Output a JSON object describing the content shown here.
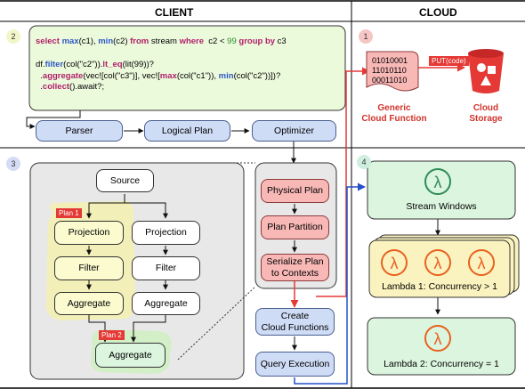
{
  "headers": {
    "client": "CLIENT",
    "cloud": "CLOUD"
  },
  "numbers": {
    "n1": "1",
    "n2": "2",
    "n3": "3",
    "n4": "4"
  },
  "sql": {
    "select": "select",
    "max": "max",
    "c1": "(c1), ",
    "min": "min",
    "c2": "(c2) ",
    "from": "from",
    "stream": " stream ",
    "where": "where",
    "cond": "  c2 < ",
    "val": "99",
    "group": " group by",
    "c3": " c3"
  },
  "df": {
    "l1a": "df.",
    "filter": "filter",
    "l1b": "(col(\"c2\")).",
    "lteq": "lt_eq",
    "l1c": "(lit(99))?",
    "l2a": "  .",
    "agg": "aggregate",
    "l2b": "(vec![col(\"c3\")], vec![",
    "max": "max",
    "l2c": "(col(\"c1\")), ",
    "min": "min",
    "l2d": "(col(\"c2\"))])?",
    "l3a": "  .",
    "collect": "collect",
    "l3b": "().await?;"
  },
  "pipeline": {
    "parser": "Parser",
    "logical": "Logical Plan",
    "optimizer": "Optimizer"
  },
  "binary": [
    "01010001",
    "11010110",
    "00011010"
  ],
  "put_label": "PUT(code)",
  "generic_fn": [
    "Generic",
    "Cloud Function"
  ],
  "cloud_storage": [
    "Cloud",
    "Storage"
  ],
  "plan_tree": {
    "source": "Source",
    "plan1": "Plan 1",
    "plan2": "Plan 2",
    "projection": "Projection",
    "filter": "Filter",
    "aggregate": "Aggregate"
  },
  "physical_steps": {
    "physical_plan": "Physical Plan",
    "plan_partition": "Plan Partition",
    "serialize": [
      "Serialize Plan",
      "to Contexts"
    ]
  },
  "client_steps": {
    "create": [
      "Create",
      "Cloud Functions"
    ],
    "query": "Query Execution"
  },
  "cloud_side": {
    "stream_windows": "Stream Windows",
    "lambda1": "Lambda 1: Concurrency > 1",
    "lambda2": "Lambda 2: Concurrency = 1"
  },
  "colors": {
    "blue_fill": "#cfdcf6",
    "pink_fill": "#f7b8b6",
    "green_fill": "#dbf5df",
    "yellow_fill": "#fbfbcf",
    "accent_red": "#e53935",
    "arrow_blue": "#2450c8",
    "lambda_orange": "#e8611f"
  }
}
